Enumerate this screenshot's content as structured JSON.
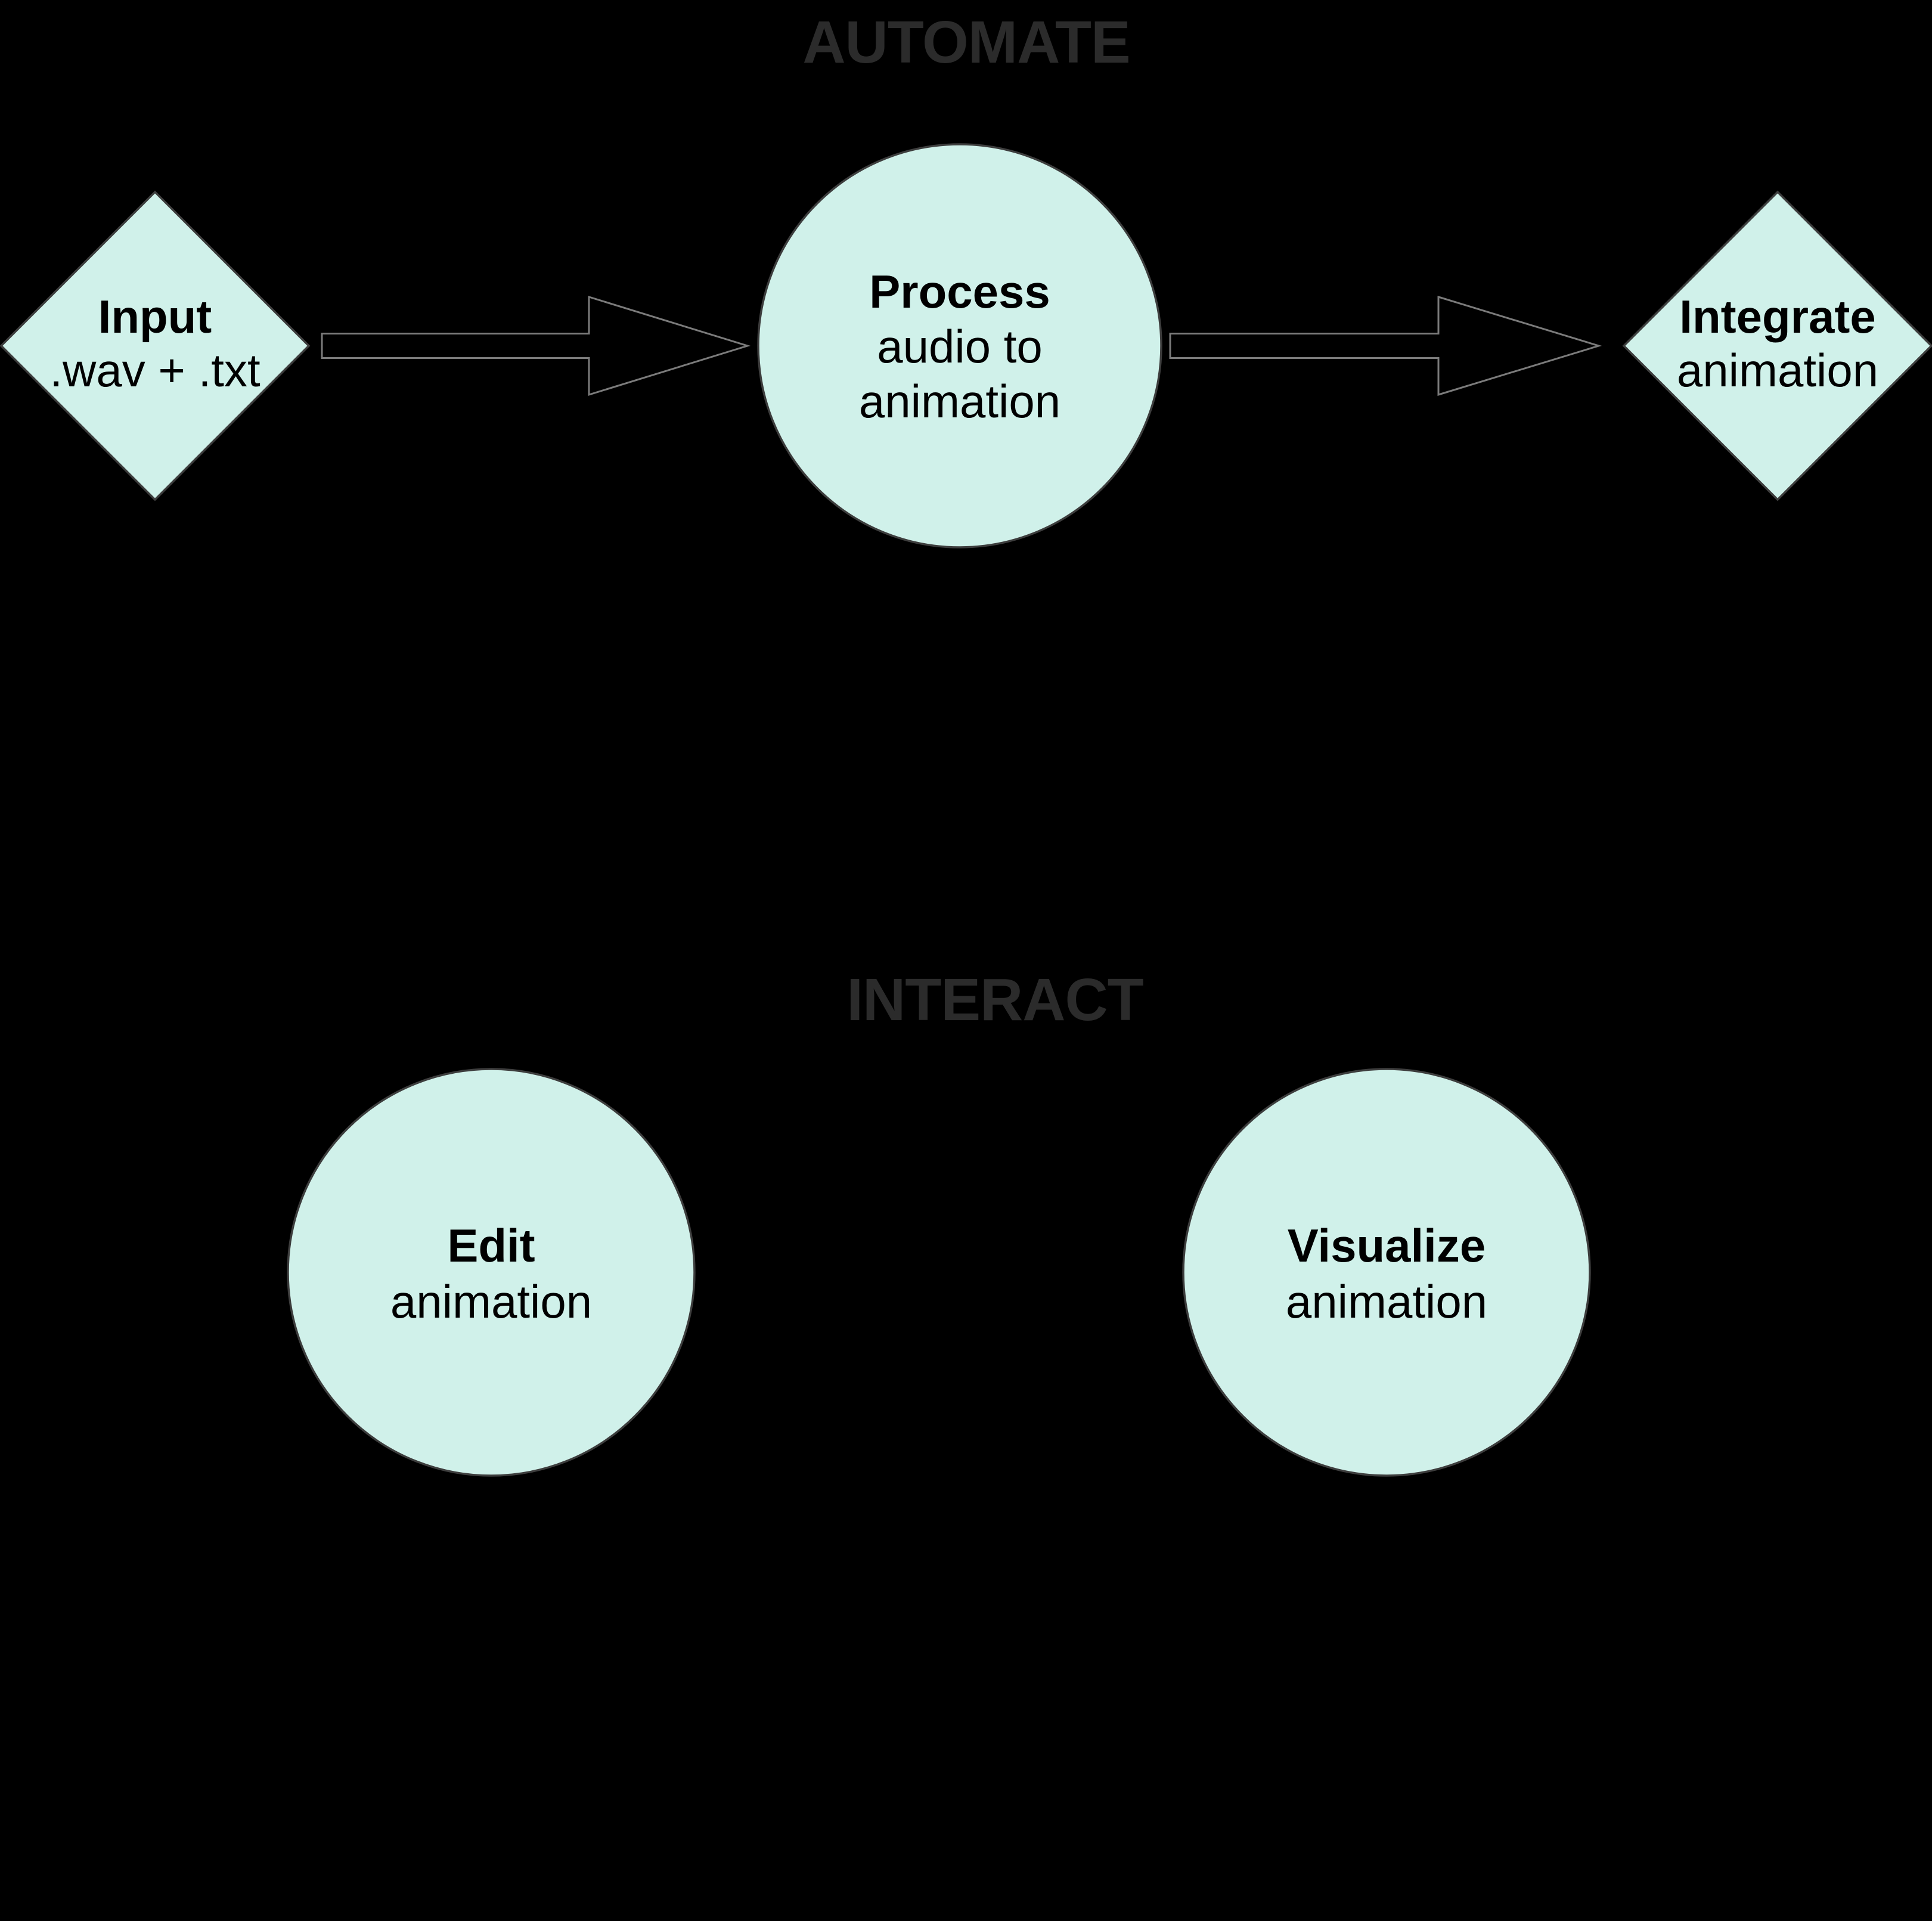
{
  "sections": {
    "automate": {
      "title": "AUTOMATE"
    },
    "interact": {
      "title": "INTERACT"
    }
  },
  "nodes": {
    "input": {
      "shape": "diamond",
      "line1": "Input",
      "line2": ".wav + .txt"
    },
    "process": {
      "shape": "circle",
      "line1": "Process",
      "line2": "audio to",
      "line3": "animation"
    },
    "integrate": {
      "shape": "diamond",
      "line1": "Integrate",
      "line2": "animation"
    },
    "edit": {
      "shape": "circle",
      "line1": "Edit",
      "line2": "animation"
    },
    "visualize": {
      "shape": "circle",
      "line1": "Visualize",
      "line2": "animation"
    }
  },
  "connections": [
    {
      "from": "input",
      "to": "process",
      "type": "arrow-right"
    },
    {
      "from": "process",
      "to": "integrate",
      "type": "arrow-right"
    }
  ],
  "colors": {
    "background": "#000000",
    "node_fill": "#d0f1ea",
    "node_stroke": "#3d3d3d",
    "arrow_fill": "#000000",
    "arrow_stroke": "#7b7b7b",
    "title_text": "#2b2b2b",
    "node_text": "#000000"
  }
}
